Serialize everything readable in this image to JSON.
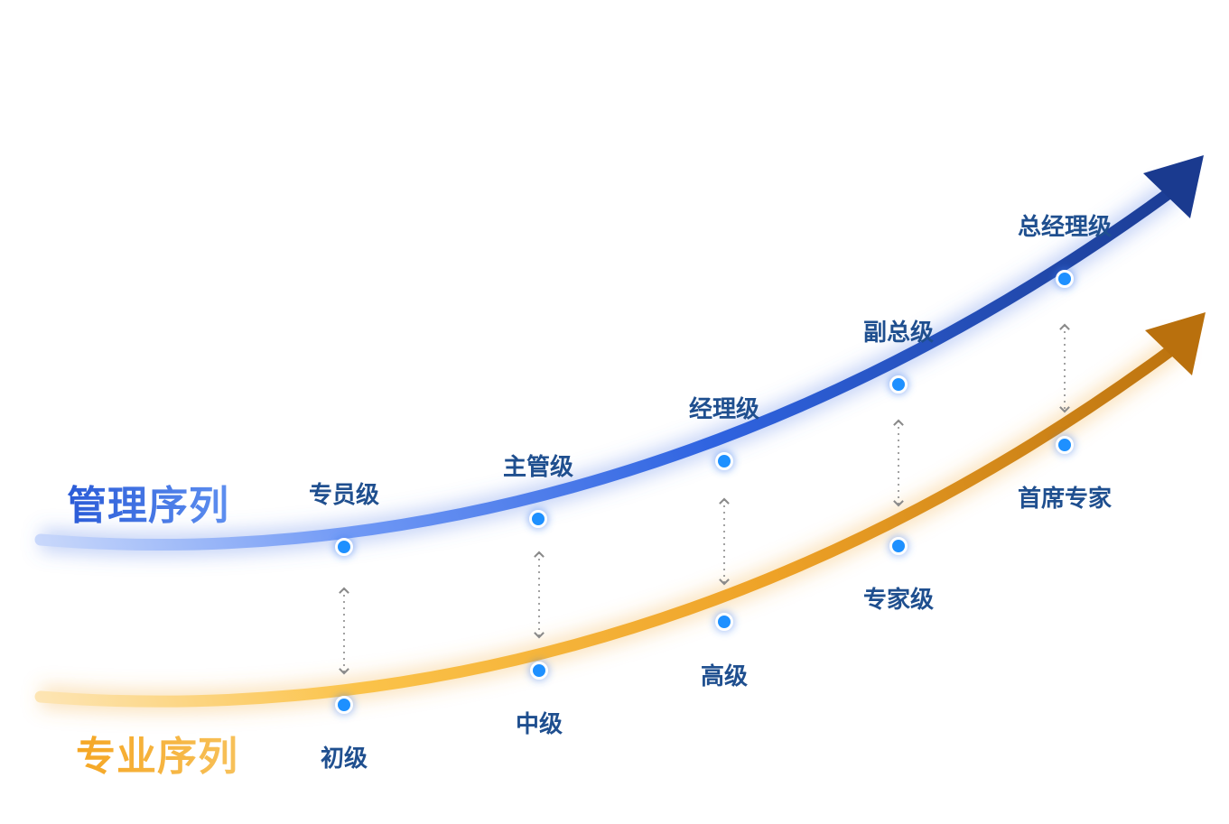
{
  "diagram": {
    "management": {
      "title": "管理序列",
      "color": "#2f63e0",
      "levels": [
        "专员级",
        "主管级",
        "经理级",
        "副总级",
        "总经理级"
      ]
    },
    "professional": {
      "title": "专业序列",
      "color": "#e8a020",
      "levels": [
        "初级",
        "中级",
        "高级",
        "专家级",
        "首席专家"
      ]
    }
  }
}
